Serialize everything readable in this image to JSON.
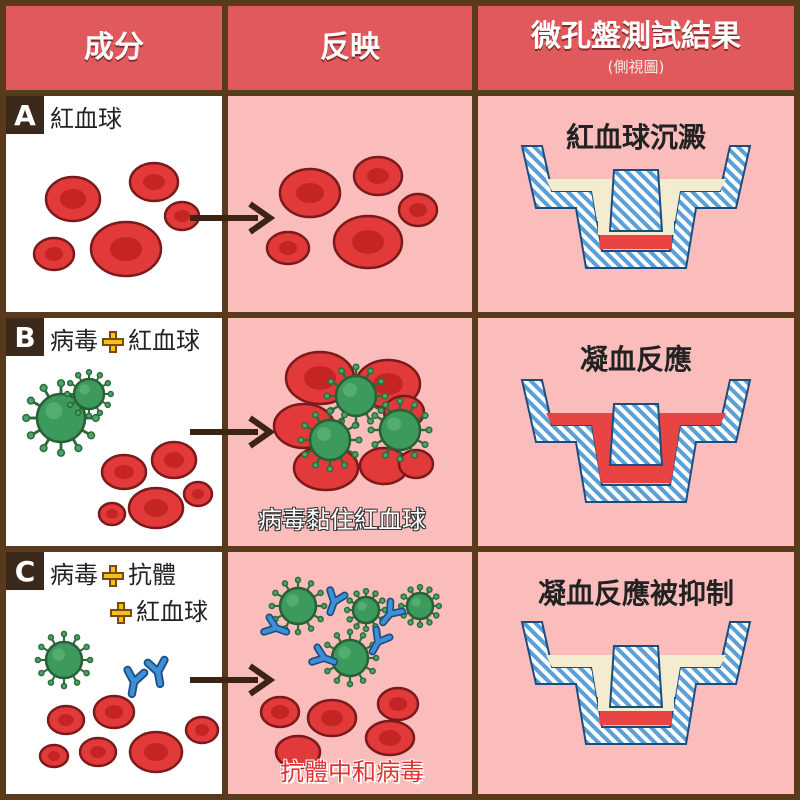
{
  "header": {
    "col1": "成分",
    "col2": "反映",
    "col3": "微孔盤測試結果",
    "col3_sub": "(側視圖)"
  },
  "rows": [
    {
      "letter": "A",
      "component": "紅血球",
      "reaction_caption": "",
      "result": "紅血球沉澱"
    },
    {
      "letter": "B",
      "component_part1": "病毒",
      "component_part2": "紅血球",
      "reaction_caption": "病毒黏住紅血球",
      "result": "凝血反應"
    },
    {
      "letter": "C",
      "component_part1": "病毒",
      "component_part2": "抗體",
      "component_part3": "紅血球",
      "reaction_caption": "抗體中和病毒",
      "result": "凝血反應被抑制"
    }
  ],
  "colors": {
    "header": "#e0595c",
    "border": "#5a3a1c",
    "pink": "#fbbcbc",
    "rbc": "#e23a3a",
    "virus": "#3c9a5c",
    "antibody": "#3d8fd6",
    "well_blue": "#5a9fd6",
    "plasma": "#f4eccf",
    "red_fill": "#e84444"
  }
}
